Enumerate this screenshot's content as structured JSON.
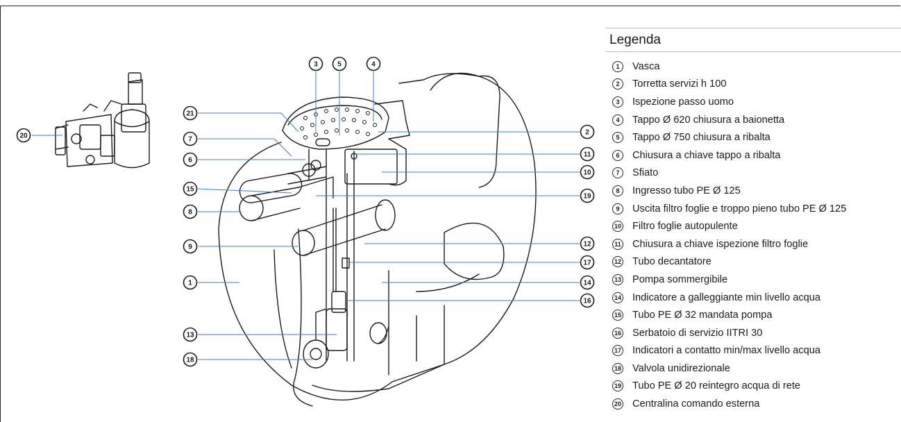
{
  "legend": {
    "title": "Legenda",
    "items": [
      {
        "num": "1",
        "text": "Vasca"
      },
      {
        "num": "2",
        "text": "Torretta servizi h 100"
      },
      {
        "num": "3",
        "text": "Ispezione passo uomo"
      },
      {
        "num": "4",
        "text": "Tappo Ø 620 chiusura a baionetta"
      },
      {
        "num": "5",
        "text": "Tappo Ø 750 chiusura a ribalta"
      },
      {
        "num": "6",
        "text": "Chiusura a chiave tappo a ribalta"
      },
      {
        "num": "7",
        "text": "Sfiato"
      },
      {
        "num": "8",
        "text": "Ingresso tubo PE Ø 125"
      },
      {
        "num": "9",
        "text": "Uscita filtro foglie e troppo pieno tubo PE Ø 125"
      },
      {
        "num": "10",
        "text": "Filtro foglie autopulente"
      },
      {
        "num": "11",
        "text": "Chiusura a chiave ispezione filtro foglie"
      },
      {
        "num": "12",
        "text": "Tubo decantatore"
      },
      {
        "num": "13",
        "text": "Pompa sommergibile"
      },
      {
        "num": "14",
        "text": "Indicatore a galleggiante min livello acqua"
      },
      {
        "num": "15",
        "text": "Tubo PE Ø 32 mandata pompa"
      },
      {
        "num": "16",
        "text": "Serbatoio di servizio IITRI 30"
      },
      {
        "num": "17",
        "text": "Indicatori a contatto min/max livello acqua"
      },
      {
        "num": "18",
        "text": "Valvola unidirezionale"
      },
      {
        "num": "19",
        "text": "Tubo PE Ø 20 reintegro acqua di rete"
      },
      {
        "num": "20",
        "text": "Centralina comando esterna"
      }
    ]
  },
  "callouts": [
    {
      "num": "3"
    },
    {
      "num": "5"
    },
    {
      "num": "4"
    },
    {
      "num": "21"
    },
    {
      "num": "7"
    },
    {
      "num": "6"
    },
    {
      "num": "15"
    },
    {
      "num": "8"
    },
    {
      "num": "9"
    },
    {
      "num": "1"
    },
    {
      "num": "13"
    },
    {
      "num": "18"
    },
    {
      "num": "2"
    },
    {
      "num": "11"
    },
    {
      "num": "10"
    },
    {
      "num": "19"
    },
    {
      "num": "12"
    },
    {
      "num": "17"
    },
    {
      "num": "14"
    },
    {
      "num": "16"
    },
    {
      "num": "20"
    }
  ]
}
